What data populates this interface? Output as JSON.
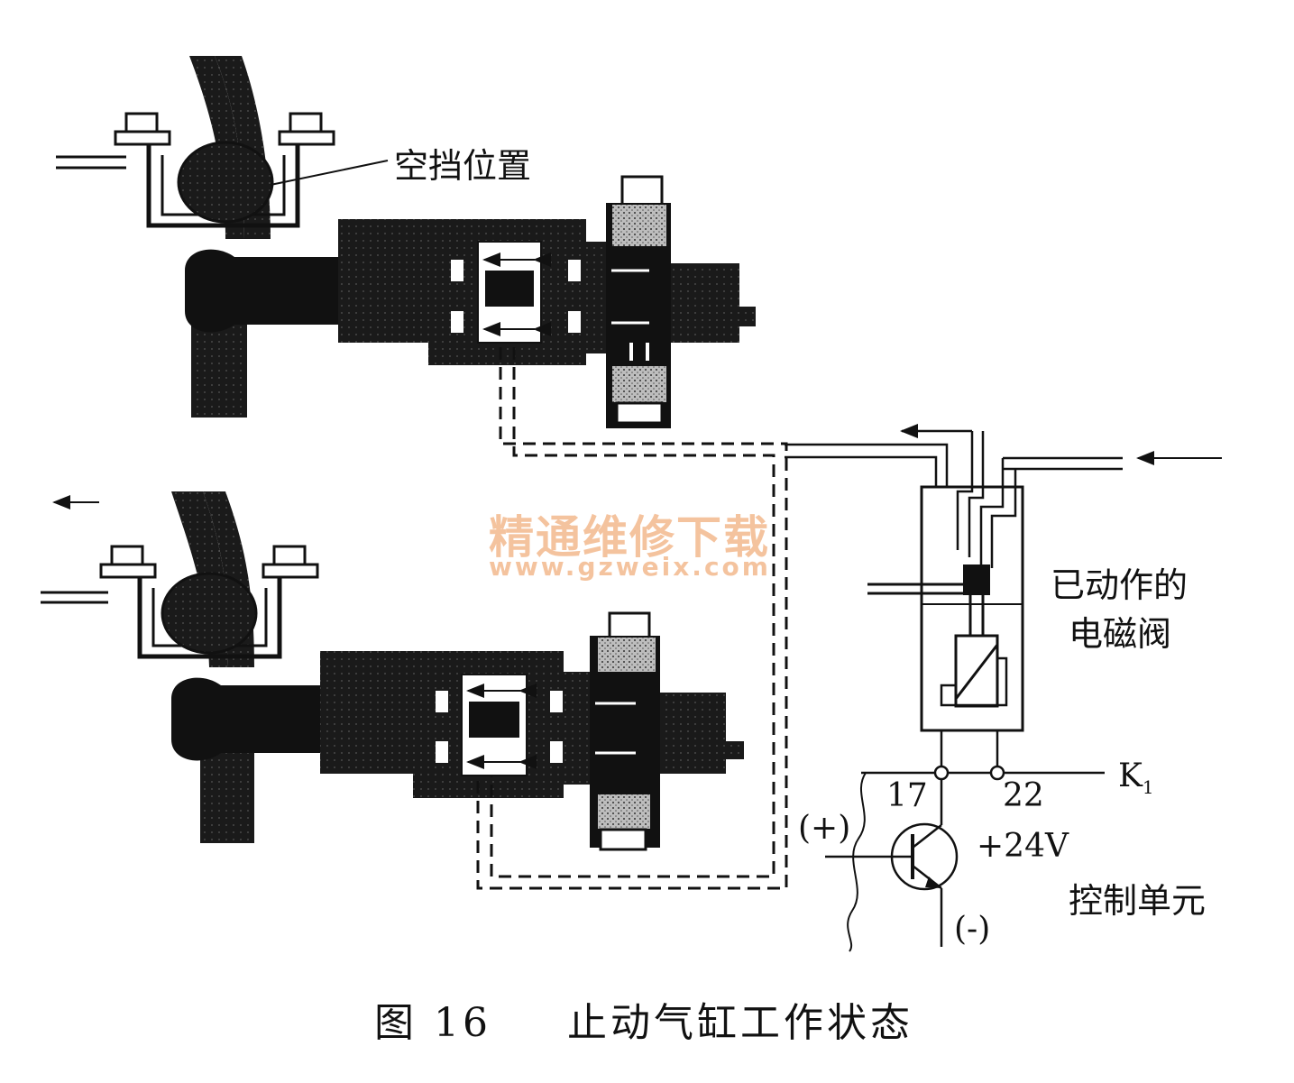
{
  "labels": {
    "neutral_position": "空挡位置",
    "solenoid_line1": "已动作的",
    "solenoid_line2": "电磁阀",
    "terminal_17": "17",
    "terminal_22": "22",
    "k1_main": "K",
    "k1_sub": "1",
    "plus_sign": "(+)",
    "minus_sign": "(-)",
    "voltage": "+24V",
    "control_unit": "控制单元"
  },
  "watermark": {
    "text": "精通维修下载",
    "url": "www.gzweix.com",
    "color": "#f3b98e"
  },
  "caption": {
    "figure_number": "图 16",
    "title": "止动气缸工作状态"
  }
}
